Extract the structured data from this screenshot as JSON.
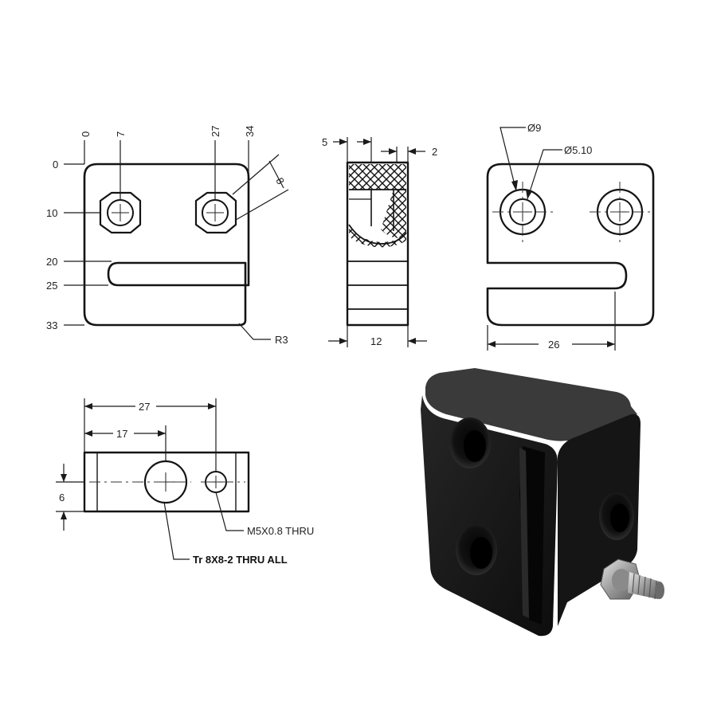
{
  "front_view": {
    "x_dims": [
      "0",
      "7",
      "27",
      "34"
    ],
    "y_dims": [
      "0",
      "10",
      "20",
      "25",
      "33"
    ],
    "diag_dim": "8",
    "radius_note": "R3"
  },
  "side_view": {
    "dim_top_left": "5",
    "dim_top_right": "2",
    "dim_width": "12"
  },
  "back_view": {
    "dia_outer": "Ø9",
    "dia_inner": "Ø5.10",
    "dim_width": "26"
  },
  "bottom_view": {
    "dim_overall": "27",
    "dim_center": "17",
    "dim_height": "6",
    "note_screw": "M5X0.8 THRU",
    "note_nut": "Tr 8X8-2 THRU ALL"
  }
}
